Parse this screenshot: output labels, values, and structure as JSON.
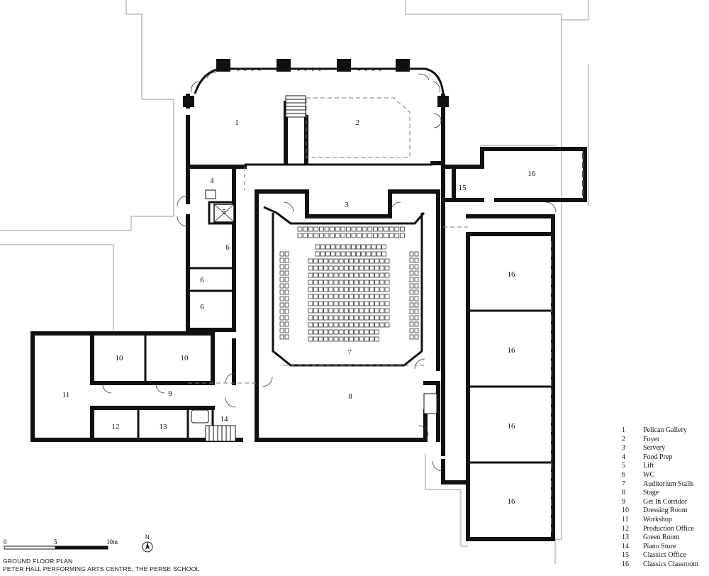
{
  "rooms": [
    {
      "number": "1",
      "name": "Pelican Gallery"
    },
    {
      "number": "2",
      "name": "Foyer"
    },
    {
      "number": "3",
      "name": "Servery"
    },
    {
      "number": "4",
      "name": "Food Prep"
    },
    {
      "number": "5",
      "name": "Lift"
    },
    {
      "number": "6",
      "name": "WC"
    },
    {
      "number": "7",
      "name": "Auditorium Stalls"
    },
    {
      "number": "8",
      "name": "Stage"
    },
    {
      "number": "9",
      "name": "Get In Corridor"
    },
    {
      "number": "10",
      "name": "Dressing Room"
    },
    {
      "number": "11",
      "name": "Workshop"
    },
    {
      "number": "12",
      "name": "Production Office"
    },
    {
      "number": "13",
      "name": "Green Room"
    },
    {
      "number": "14",
      "name": "Piano Store"
    },
    {
      "number": "15",
      "name": "Classics Office"
    },
    {
      "number": "16",
      "name": "Classics Classroom"
    }
  ],
  "plan_labels": {
    "r1": "1",
    "r2": "2",
    "r3": "3",
    "r4": "4",
    "r5": "5",
    "r6a": "6",
    "r6b": "6",
    "r6c": "6",
    "r7": "7",
    "r8": "8",
    "r9": "9",
    "r10a": "10",
    "r10b": "10",
    "r11": "11",
    "r12": "12",
    "r13": "13",
    "r14": "14",
    "r15": "15",
    "r16a": "16",
    "r16b": "16",
    "r16c": "16",
    "r16d": "16",
    "r16e": "16"
  },
  "scale_bar": {
    "tick_0": "0",
    "tick_5": "5",
    "tick_10": "10m"
  },
  "north_label": "N",
  "caption": {
    "line1": "GROUND FLOOR PLAN",
    "line2": "PETER HALL PERFORMING ARTS CENTRE, THE PERSE SCHOOL"
  }
}
